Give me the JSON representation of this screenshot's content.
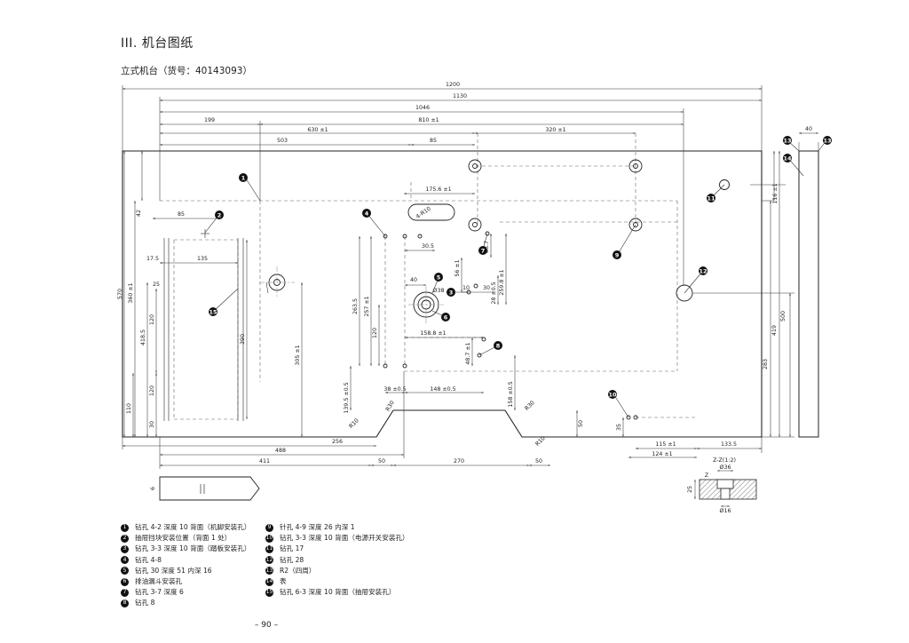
{
  "title": "III. 机台图纸",
  "subtitle": "立式机台（货号：40143093）",
  "page_number": "– 90 –",
  "callouts": [
    "1",
    "2",
    "3",
    "4",
    "5",
    "6",
    "7",
    "8",
    "9",
    "10",
    "11",
    "12",
    "13",
    "14",
    "15"
  ],
  "dimensions": {
    "d1200": "1200",
    "d1130": "1130",
    "d1046": "1046",
    "d199": "199",
    "d810": "810 ±1",
    "d630": "630 ±1",
    "d320": "320 ±1",
    "d503": "503",
    "d85top": "85",
    "d40side": "40",
    "d175": "175.6 ±1",
    "d4r10": "4-R10",
    "d42": "42",
    "d85left": "85",
    "d570": "570",
    "d360": "360 ±1",
    "d4185": "418.5",
    "d110": "110",
    "d135": "135",
    "d175l": "17.5",
    "d25": "25",
    "d120a": "120",
    "d390": "390",
    "d120b": "120",
    "d30l": "30",
    "d305": "305 ±1",
    "d2635": "263.5",
    "d257": "257 ±1",
    "d120c": "120",
    "d305b": "30.5",
    "d40": "40",
    "d38": "Ø38",
    "d56": "56 ±1",
    "d857": "85.7",
    "d2598": "259.8 ±1",
    "d28": "28 ±0.5",
    "d10": "10",
    "d30b": "30",
    "d1588": "158.8 ±1",
    "d487": "48.7 ±1",
    "d1395": "139.5 ±0.5",
    "d38b": "38 ±0.5",
    "d148": "148 ±0.5",
    "d158": "158 ±0.5",
    "r30a": "R30",
    "r30b": "R30",
    "r10a": "R10",
    "r10b": "R10",
    "d50r": "50",
    "d35": "35",
    "d256": "256",
    "d488": "488",
    "d411": "411",
    "d50a": "50",
    "d270": "270",
    "d50b": "50",
    "d115": "115 ±1",
    "d1335": "133.5",
    "d124": "124 ±1",
    "d116": "116 ±1",
    "d500": "500",
    "d419": "419",
    "d283": "283",
    "d6": "6",
    "zz": "Z-Z(1:2)",
    "z36": "Ø36",
    "z16": "Ø16",
    "z25": "25",
    "z": "Z"
  },
  "legend": [
    {
      "num": "1",
      "text": "钻孔 4-2 深度 10 背面（机脚安装孔）"
    },
    {
      "num": "2",
      "text": "抽屉挡块安装位置（背面 1 处）"
    },
    {
      "num": "3",
      "text": "钻孔 3-3 深度 10 背面（踏板安装孔）"
    },
    {
      "num": "4",
      "text": "钻孔 4-8"
    },
    {
      "num": "5",
      "text": "钻孔 30 深度 51 内深 16"
    },
    {
      "num": "6",
      "text": "排油漏斗安装孔"
    },
    {
      "num": "7",
      "text": "钻孔 3-7 深度 6"
    },
    {
      "num": "8",
      "text": "钻孔 8"
    },
    {
      "num": "9",
      "text": "针孔 4-9 深度 26 内深 1"
    },
    {
      "num": "10",
      "text": "钻孔 3-3 深度 10 背面（电源开关安装孔）"
    },
    {
      "num": "11",
      "text": "钻孔 17"
    },
    {
      "num": "12",
      "text": "钻孔 28"
    },
    {
      "num": "13",
      "text": "R2（四周）"
    },
    {
      "num": "14",
      "text": "表"
    },
    {
      "num": "15",
      "text": "钻孔 6-3 深度 10 背面（抽屉安装孔）"
    }
  ]
}
